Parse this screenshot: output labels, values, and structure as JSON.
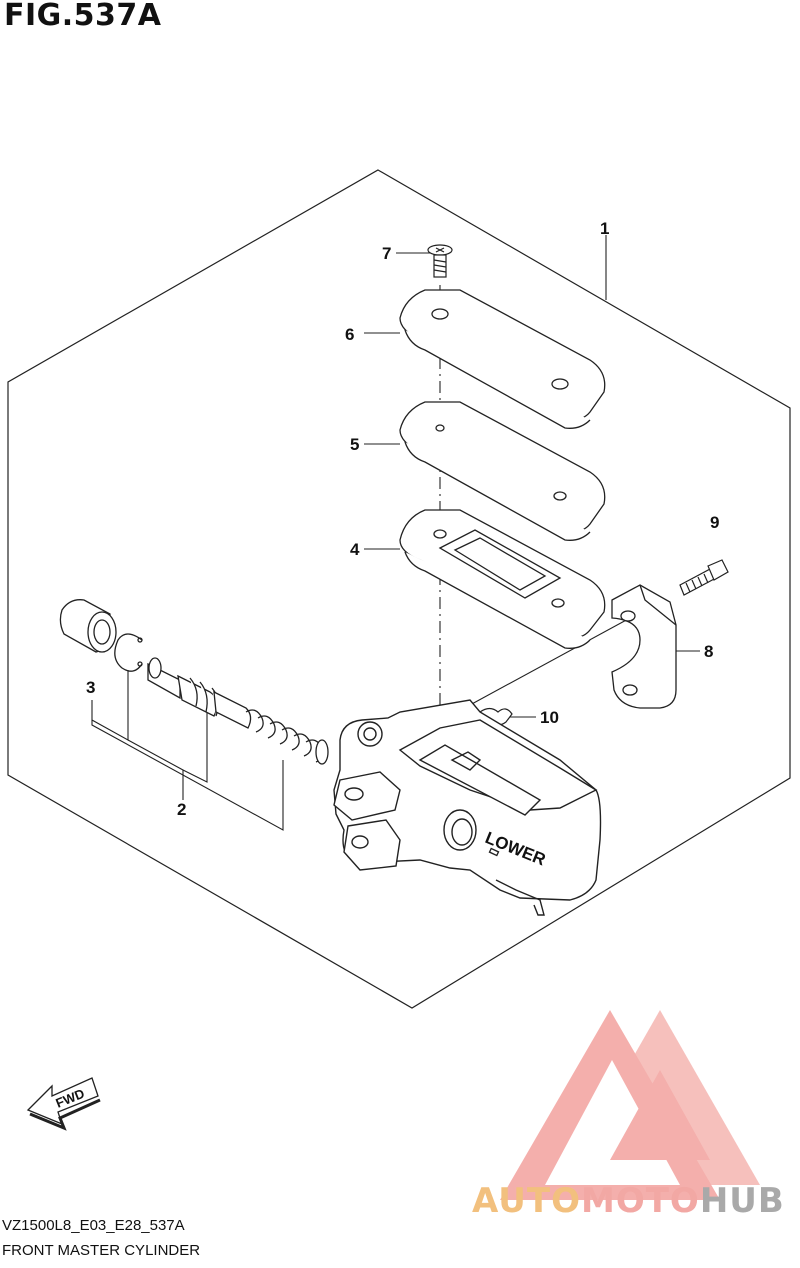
{
  "figure": {
    "title": "FIG.537A",
    "code": "VZ1500L8_E03_E28_537A",
    "name": "FRONT MASTER CYLINDER"
  },
  "callouts": {
    "c1": "1",
    "c2": "2",
    "c3": "3",
    "c4": "4",
    "c5": "5",
    "c6": "6",
    "c7": "7",
    "c8": "8",
    "c9": "9",
    "c10": "10"
  },
  "body_text": "LOWER",
  "fwd_text": "FWD",
  "watermark": {
    "part1": "AUTO",
    "part2": "MOTO",
    "part3": "HUB",
    "colors": {
      "part1": "#f2c07e",
      "part2": "#f2a8a4",
      "part3": "#a9a9a9",
      "logo": "#f2a09c"
    }
  }
}
